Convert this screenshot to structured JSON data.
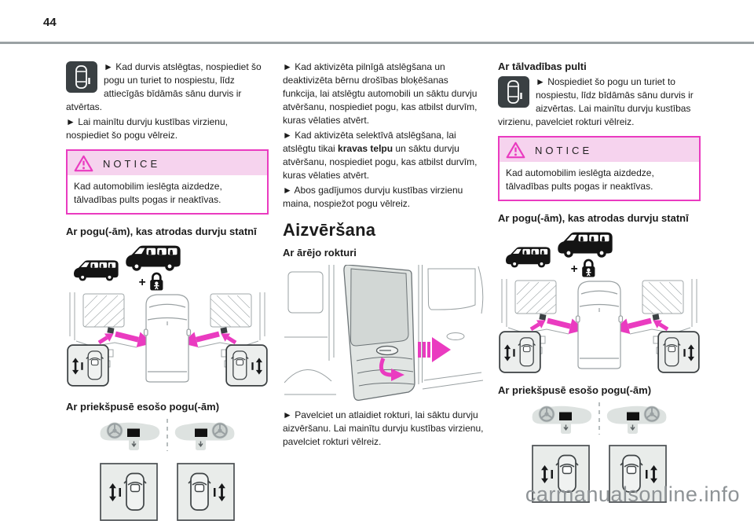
{
  "page": {
    "number": "44",
    "watermark": "carmanualsonline.info"
  },
  "colors": {
    "accent_magenta": "#ea3bc0",
    "notice_header_bg": "#f6d3ee",
    "icon_background": "#3a4043",
    "rule_gray": "#9aa1a3",
    "watermark_gray": "#8e9396"
  },
  "notice": {
    "title": "NOTICE",
    "body": "Kad automobilim ieslēgta aizdedze, tālvadības pults pogas ir neaktīvas."
  },
  "left_column": {
    "para_remote_open": "►  Kad durvis atslēgtas, nospiediet šo pogu un turiet to nospiestu, līdz attiecīgās bīdāmās sānu durvis ir atvērtas.",
    "para_change_direction": "►  Lai mainītu durvju kustības virzienu, nospiediet šo pogu vēlreiz.",
    "heading_pillar_buttons": "Ar pogu(-ām), kas atrodas durvju statnī",
    "plus_sign": "+",
    "heading_front_buttons": "Ar priekšpusē esošo pogu(-ām)"
  },
  "middle_column": {
    "para_full_unlock": "►  Kad aktivizēta pilnīgā atslēgšana un deaktivizēta bērnu drošības bloķēšanas funkcija, lai atslēgtu automobili un sāktu durvju atvēršanu, nospiediet pogu, kas atbilst durvīm, kuras vēlaties atvērt.",
    "para_selective_pre": "►  Kad aktivizēta selektīvā atslēgšana, lai atslēgtu tikai ",
    "para_selective_bold": "kravas telpu",
    "para_selective_post": " un sāktu durvju atvēršanu, nospiediet pogu, kas atbilst durvīm, kuras vēlaties atvērt.",
    "para_both_cases": "►  Abos gadījumos durvju kustības virzienu maina, nospiežot pogu vēlreiz.",
    "section_title": "Aizvēršana",
    "heading_outer_handle": "Ar ārējo rokturi",
    "para_pull_handle": "►  Pavelciet un atlaidiet rokturi, lai sāktu durvju aizvēršanu. Lai mainītu durvju kustības virzienu, pavelciet rokturi vēlreiz."
  },
  "right_column": {
    "heading_remote": "Ar tālvadības pulti",
    "para_remote_close": "►  Nospiediet šo pogu un turiet to nospiestu, līdz bīdāmās sānu durvis ir aizvērtas. Lai mainītu durvju kustības virzienu, pavelciet rokturi vēlreiz.",
    "heading_pillar_buttons": "Ar pogu(-ām), kas atrodas durvju statnī",
    "plus_sign": "+",
    "heading_front_buttons": "Ar priekšpusē esošo pogu(-ām)"
  }
}
